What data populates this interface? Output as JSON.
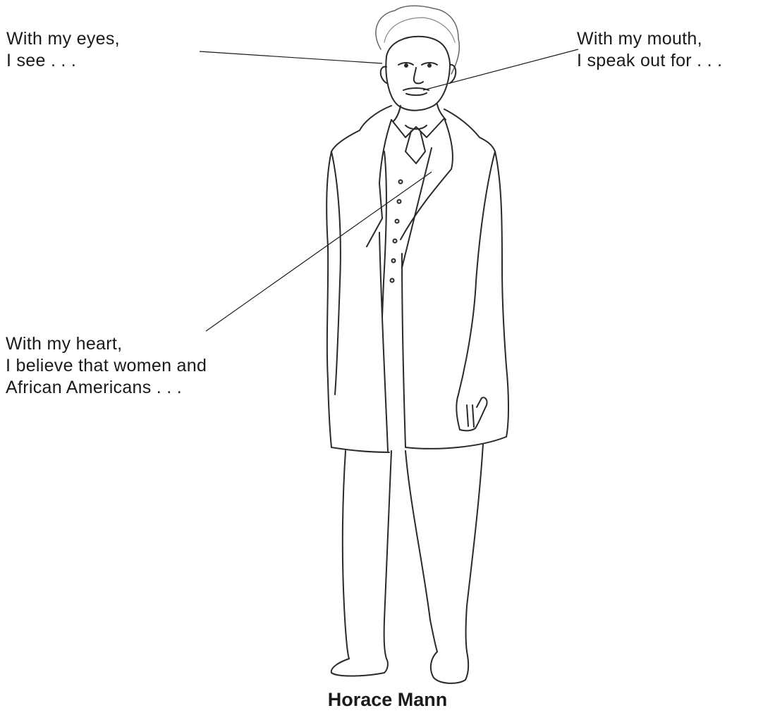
{
  "callouts": {
    "eyes": {
      "line1": "With my eyes,",
      "line2": "I see . . ."
    },
    "mouth": {
      "line1": "With my mouth,",
      "line2": "I speak out for . . ."
    },
    "heart": {
      "line1": "With my heart,",
      "line2": "I believe that women and",
      "line3": "African Americans . . ."
    }
  },
  "caption": "Horace Mann",
  "colors": {
    "ink": "#1a1a1a",
    "pencil": "#555555",
    "background": "#ffffff"
  }
}
